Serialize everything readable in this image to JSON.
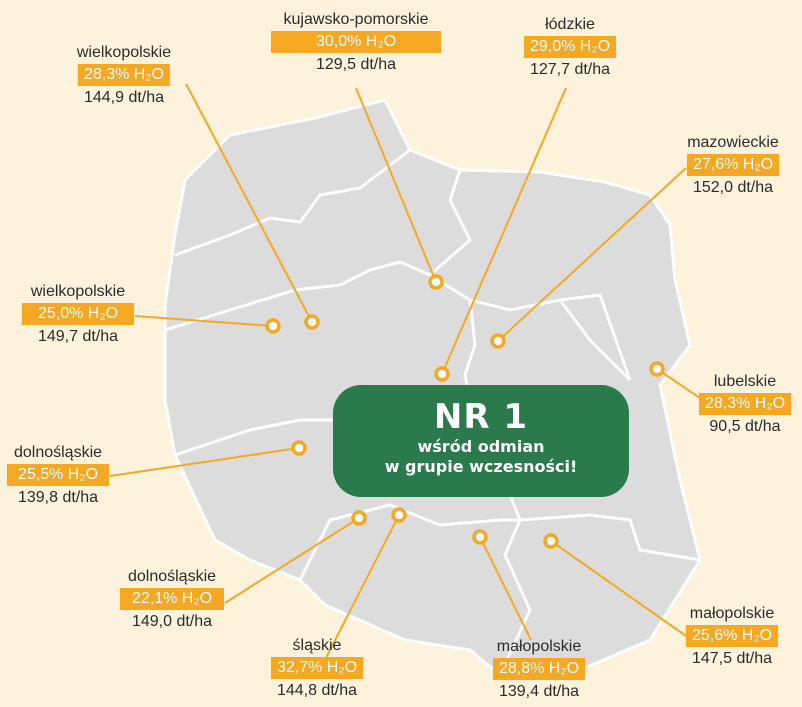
{
  "colors": {
    "background": "#fdf3dc",
    "land": "#dcdcdc",
    "borders": "#ffffff",
    "accent_orange": "#f7a823",
    "badge_green": "#2a7a4b"
  },
  "badge": {
    "title": "NR 1",
    "line1": "wśród odmian",
    "line2": "w grupie wczesności!"
  },
  "labels": [
    {
      "name": "kujawsko-pomorskie",
      "moisture": "30,0% H₂O",
      "yield": "129,5 dt/ha"
    },
    {
      "name": "łódzkie",
      "moisture": "29,0% H₂O",
      "yield": "127,7 dt/ha"
    },
    {
      "name": "wielkopolskie",
      "moisture": "28,3% H₂O",
      "yield": "144,9 dt/ha"
    },
    {
      "name": "mazowieckie",
      "moisture": "27,6% H₂O",
      "yield": "152,0 dt/ha"
    },
    {
      "name": "wielkopolskie",
      "moisture": "25,0% H₂O",
      "yield": "149,7 dt/ha"
    },
    {
      "name": "lubelskie",
      "moisture": "28,3% H₂O",
      "yield": "90,5 dt/ha"
    },
    {
      "name": "dolnośląskie",
      "moisture": "25,5% H₂O",
      "yield": "139,8 dt/ha"
    },
    {
      "name": "dolnośląskie",
      "moisture": "22,1% H₂O",
      "yield": "149,0 dt/ha"
    },
    {
      "name": "śląskie",
      "moisture": "32,7% H₂O",
      "yield": "144,8 dt/ha"
    },
    {
      "name": "małopolskie",
      "moisture": "28,8% H₂O",
      "yield": "139,4 dt/ha"
    },
    {
      "name": "małopolskie",
      "moisture": "25,6% H₂O",
      "yield": "147,5 dt/ha"
    }
  ]
}
